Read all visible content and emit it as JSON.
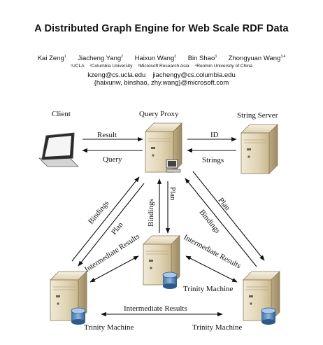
{
  "paper": {
    "title": "A Distributed Graph Engine for Web Scale RDF Data",
    "authors": [
      {
        "name": "Kai Zeng",
        "mark": "1"
      },
      {
        "name": "Jiacheng Yang",
        "mark": "2"
      },
      {
        "name": "Haixun Wang",
        "mark": "3"
      },
      {
        "name": "Bin Shao",
        "mark": "3"
      },
      {
        "name": "Zhongyuan Wang",
        "mark": "3,4"
      }
    ],
    "affiliations": [
      "¹UCLA",
      "²Columbia University",
      "³Microsoft Research Asia",
      "⁴Renmin University of China"
    ],
    "emails": [
      "kzeng@cs.ucla.edu",
      "jiachengy@cs.columbia.edu",
      "{haixunw, binshao, zhy.wang}@microsoft.com"
    ]
  },
  "diagram": {
    "nodes": {
      "client": "Client",
      "query_proxy": "Query Proxy",
      "string_server": "String Server",
      "trinity_center": "Trinity Machine",
      "trinity_left": "Trinity Machine",
      "trinity_right": "Trinity Machine"
    },
    "edges": {
      "result": "Result",
      "query": "Query",
      "id": "ID",
      "strings": "Strings",
      "bindings_left": "Bindings",
      "plan_left": "Plan",
      "bindings_center": "Bindings",
      "plan_center": "Plan",
      "plan_right": "Plan",
      "bindings_right": "Bindings",
      "intermediate_left": "Intermediate Results",
      "intermediate_right": "Intermediate Results",
      "intermediate_bottom": "Intermediate Results"
    }
  }
}
